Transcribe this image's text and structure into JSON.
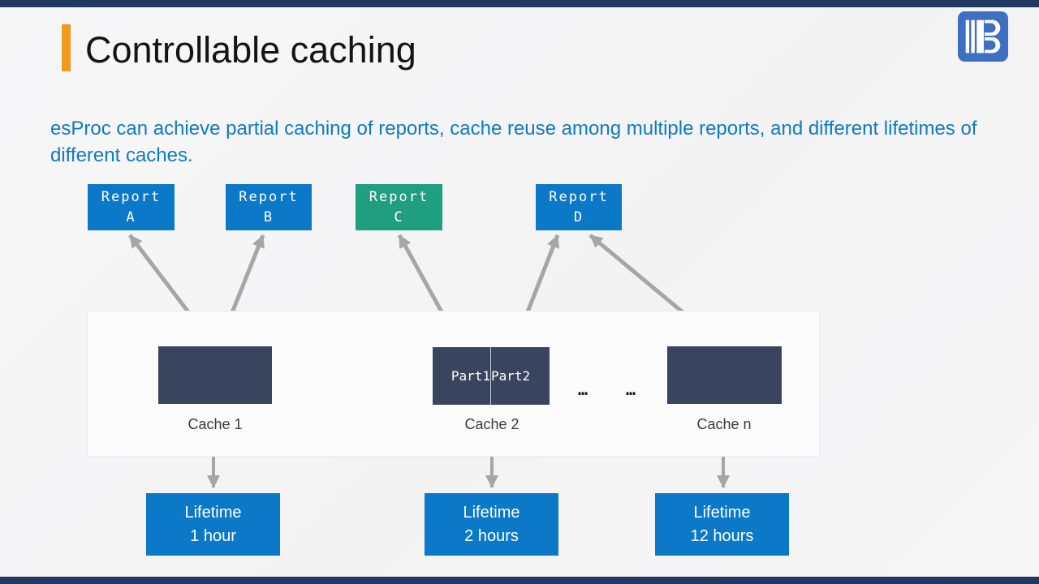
{
  "slide": {
    "title": "Controllable caching",
    "description": "esProc can achieve partial caching of reports, cache reuse among multiple reports, and different lifetimes of different caches."
  },
  "logo": {
    "name": "esproc-r-logo"
  },
  "colors": {
    "accent_orange": "#EF9A1D",
    "report_blue": "#0B79C7",
    "report_green": "#1F9E80",
    "cache_slate": "#39455E",
    "lifetime_blue": "#0B79C7",
    "arrow_gray": "#A6A6A6",
    "description_blue": "#0E7AC4",
    "edge_navy": "#1F3A60",
    "logo_blue": "#3E6FC3"
  },
  "diagram": {
    "reports": [
      {
        "name": "Report",
        "id": "A"
      },
      {
        "name": "Report",
        "id": "B"
      },
      {
        "name": "Report",
        "id": "C"
      },
      {
        "name": "Report",
        "id": "D"
      }
    ],
    "cache2_parts": {
      "part1": "Part1",
      "part2": "Part2"
    },
    "ellipsis": {
      "left": "…",
      "right": "…"
    },
    "cache_labels": [
      {
        "label": "Cache 1"
      },
      {
        "label": "Cache 2"
      },
      {
        "label": "Cache n"
      }
    ],
    "lifetimes": [
      {
        "line1": "Lifetime",
        "line2": "1 hour"
      },
      {
        "line1": "Lifetime",
        "line2": "2 hours"
      },
      {
        "line1": "Lifetime",
        "line2": "12 hours"
      }
    ]
  }
}
